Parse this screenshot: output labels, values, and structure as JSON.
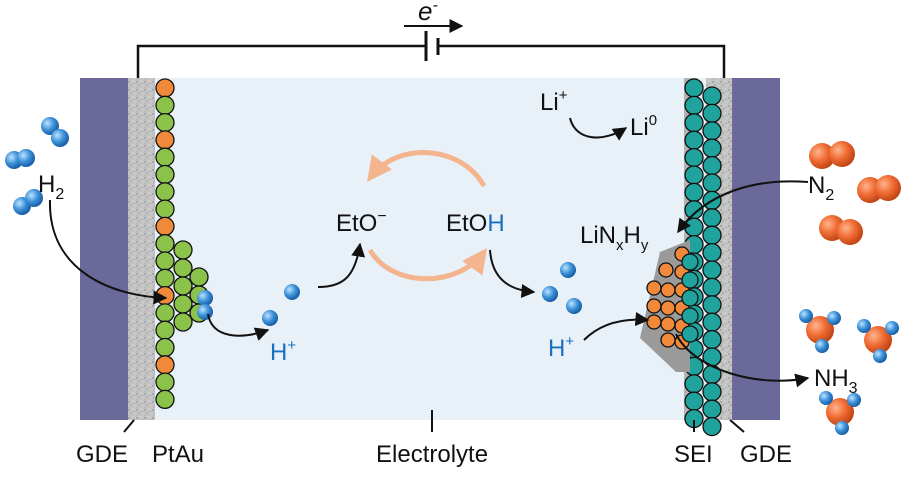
{
  "colors": {
    "electrode": "#6a6999",
    "gde_gray": "#b3b3b3",
    "electrolyte": "#e8f0f8",
    "pt": "#8bc34a",
    "au": "#f08a3a",
    "teal": "#1fa39c",
    "blue_text": "#1a6fc0",
    "arrow_orange": "#f3b48e",
    "h_blue": "#2d86cf",
    "n_orange": "#e65c28"
  },
  "circuit": {
    "electron_label": "e",
    "electron_superscript": "-"
  },
  "labels": {
    "gde_left": "GDE",
    "ptau": "PtAu",
    "electrolyte": "Electrolyte",
    "sei": "SEI",
    "gde_right": "GDE"
  },
  "species": {
    "h2_main": "H",
    "h2_sub": "2",
    "n2_main": "N",
    "n2_sub": "2",
    "nh3_main": "NH",
    "nh3_sub": "3",
    "proton_left": "H",
    "proton_left_sup": "+",
    "proton_right": "H",
    "proton_right_sup": "+",
    "li_plus": "Li",
    "li_plus_sup": "+",
    "li0": "Li",
    "li0_sup": "0",
    "lin_li": "LiN",
    "lin_x": "x",
    "lin_h": "H",
    "lin_y": "y",
    "eto": "EtO",
    "eto_sup": "−",
    "etoh_main": "EtO",
    "etoh_h": "H"
  }
}
